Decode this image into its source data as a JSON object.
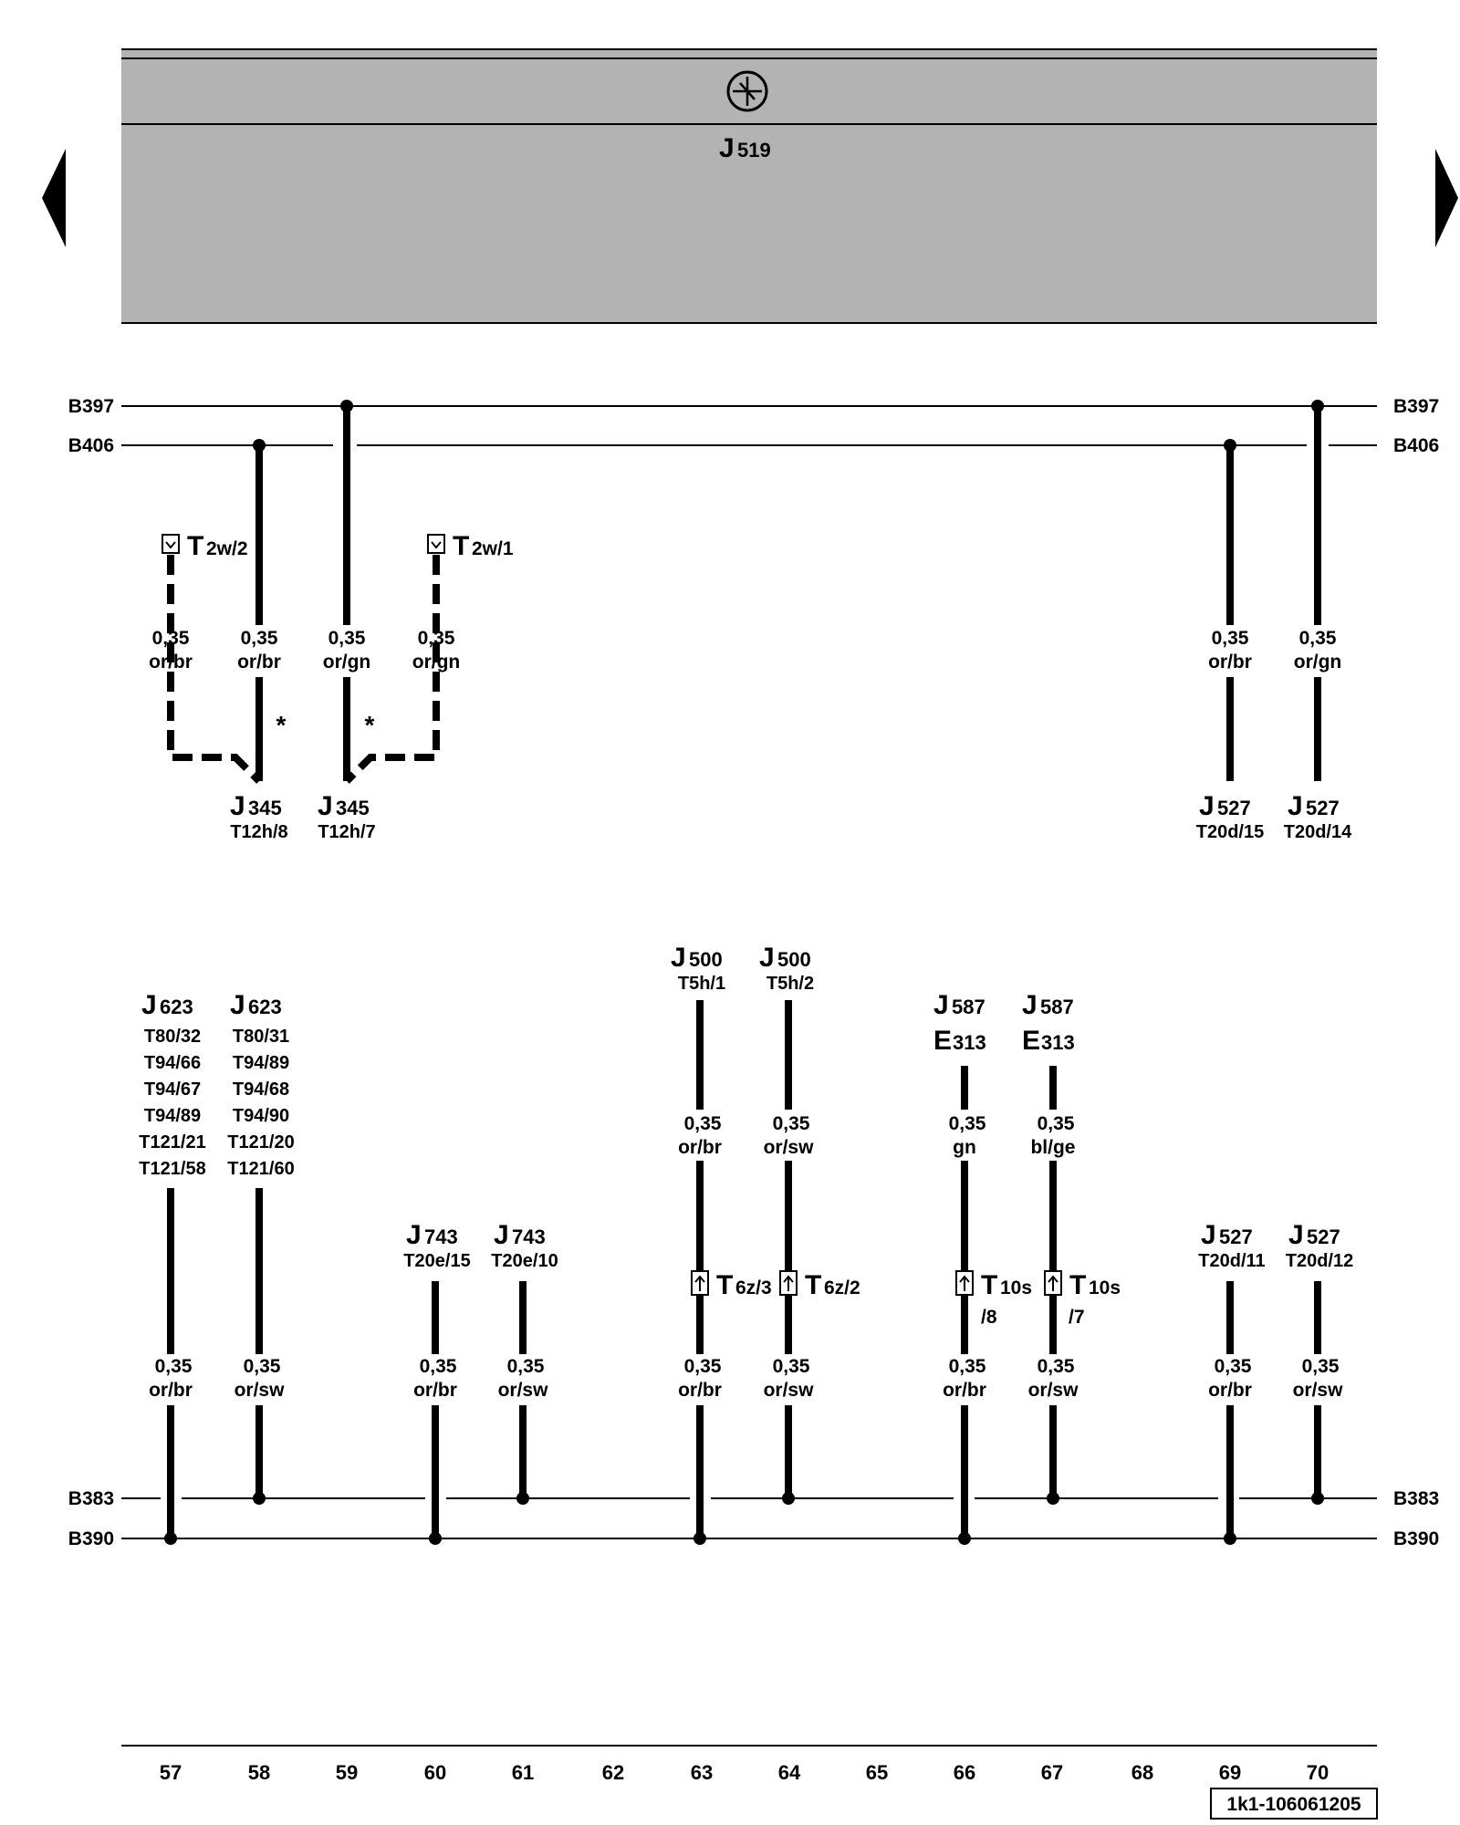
{
  "component": {
    "letter": "J",
    "sub": "519",
    "icon": "relay-control-unit-icon"
  },
  "busbars": {
    "B397": "B397",
    "B406": "B406",
    "B383": "B383",
    "B390": "B390"
  },
  "top_wires": [
    {
      "id": "t2w2",
      "size": "0,35",
      "color": "or/br",
      "style": "dashed"
    },
    {
      "id": "j345-8",
      "size": "0,35",
      "color": "or/br",
      "style": "solid"
    },
    {
      "id": "j345-7",
      "size": "0,35",
      "color": "or/gn",
      "style": "solid"
    },
    {
      "id": "t2w1",
      "size": "0,35",
      "color": "or/gn",
      "style": "dashed"
    },
    {
      "id": "j527-15",
      "size": "0,35",
      "color": "or/br",
      "style": "solid"
    },
    {
      "id": "j527-14",
      "size": "0,35",
      "color": "or/gn",
      "style": "solid"
    }
  ],
  "top_connectors": [
    {
      "main": "T",
      "sub": "2w/2"
    },
    {
      "main": "T",
      "sub": "2w/1"
    }
  ],
  "asterisk": "*",
  "top_components": [
    {
      "letter": "J",
      "sub": "345",
      "pin": "T12h/8"
    },
    {
      "letter": "J",
      "sub": "345",
      "pin": "T12h/7"
    },
    {
      "letter": "J",
      "sub": "527",
      "pin": "T20d/15"
    },
    {
      "letter": "J",
      "sub": "527",
      "pin": "T20d/14"
    }
  ],
  "bottom_components": [
    {
      "letter": "J",
      "sub": "623",
      "pins": [
        "T80/32",
        "T94/66",
        "T94/67",
        "T94/89",
        "T121/21",
        "T121/58"
      ]
    },
    {
      "letter": "J",
      "sub": "623",
      "pins": [
        "T80/31",
        "T94/89",
        "T94/68",
        "T94/90",
        "T121/20",
        "T121/60"
      ]
    },
    {
      "letter": "J",
      "sub": "743",
      "pins": [
        "T20e/15"
      ]
    },
    {
      "letter": "J",
      "sub": "743",
      "pins": [
        "T20e/10"
      ]
    },
    {
      "letter": "J",
      "sub": "500",
      "pins": [
        "T5h/1"
      ]
    },
    {
      "letter": "J",
      "sub": "500",
      "pins": [
        "T5h/2"
      ]
    },
    {
      "letter": "J",
      "sub": "587",
      "letter2": "E",
      "sub2": "313"
    },
    {
      "letter": "J",
      "sub": "587",
      "letter2": "E",
      "sub2": "313"
    },
    {
      "letter": "J",
      "sub": "527",
      "pins": [
        "T20d/11"
      ]
    },
    {
      "letter": "J",
      "sub": "527",
      "pins": [
        "T20d/12"
      ]
    }
  ],
  "upper_wire_labels": [
    {
      "size": "0,35",
      "color": "or/br"
    },
    {
      "size": "0,35",
      "color": "or/sw"
    },
    {
      "size": "0,35",
      "color": "gn"
    },
    {
      "size": "0,35",
      "color": "bl/ge"
    }
  ],
  "bottom_connectors": [
    {
      "main": "T",
      "sub": "6z/3"
    },
    {
      "main": "T",
      "sub": "6z/2"
    },
    {
      "main": "T",
      "sub": "10s",
      "pin": "/8"
    },
    {
      "main": "T",
      "sub": "10s",
      "pin": "/7"
    }
  ],
  "lower_wire_labels": [
    {
      "size": "0,35",
      "color": "or/br"
    },
    {
      "size": "0,35",
      "color": "or/sw"
    },
    {
      "size": "0,35",
      "color": "or/br"
    },
    {
      "size": "0,35",
      "color": "or/sw"
    },
    {
      "size": "0,35",
      "color": "or/br"
    },
    {
      "size": "0,35",
      "color": "or/sw"
    },
    {
      "size": "0,35",
      "color": "or/br"
    },
    {
      "size": "0,35",
      "color": "or/sw"
    },
    {
      "size": "0,35",
      "color": "or/br"
    },
    {
      "size": "0,35",
      "color": "or/sw"
    }
  ],
  "columns": [
    "57",
    "58",
    "59",
    "60",
    "61",
    "62",
    "63",
    "64",
    "65",
    "66",
    "67",
    "68",
    "69",
    "70"
  ],
  "reference": "1k1-106061205",
  "colors": {
    "panel": "#b3b3b3",
    "line": "#000000"
  },
  "nav": {
    "prev_icon": "triangle-left-icon",
    "next_icon": "triangle-right-icon"
  }
}
